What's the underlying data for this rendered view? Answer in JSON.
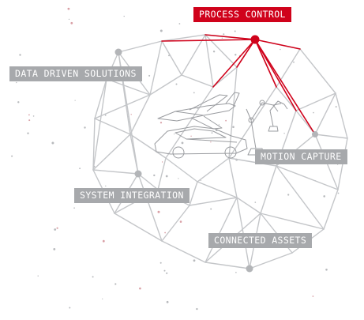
{
  "nav": {
    "process_control": "PROCESS CONTROL",
    "data_driven_solutions": "DATA DRIVEN SOLUTIONS",
    "motion_capture": "MOTION CAPTURE",
    "system_integration": "SYSTEM INTEGRATION",
    "connected_assets": "CONNECTED ASSETS"
  },
  "active_item": "process_control",
  "colors": {
    "accent": "#d0021b",
    "label_bg": "#a7a9ac",
    "line": "#c4c6c9",
    "illustration": "#9a9ca0"
  },
  "illustration_items": [
    "airplane-icon",
    "car-icon",
    "robot-arm-icon",
    "robot-arm-icon"
  ]
}
